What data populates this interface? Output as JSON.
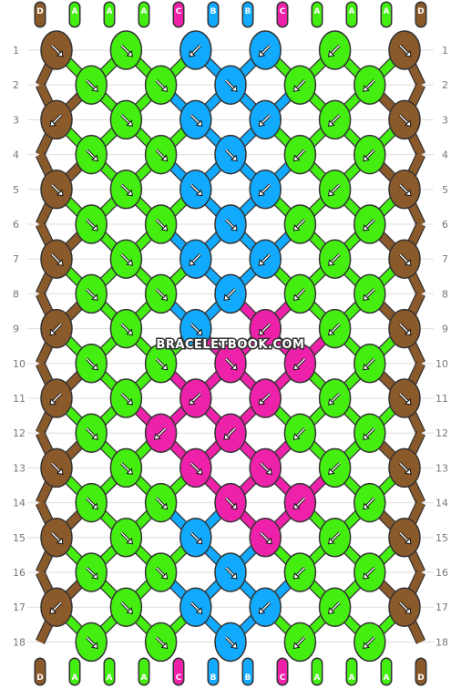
{
  "brand": {
    "watermark": "BRACELETBOOK.COM"
  },
  "colors": {
    "D": "#8B5A2B",
    "A": "#44EE11",
    "B": "#11AAFF",
    "C": "#EE22AA",
    "outline": "#333333",
    "grid": "#dddddd"
  },
  "strands_top": [
    "D",
    "A",
    "A",
    "A",
    "C",
    "B",
    "B",
    "C",
    "A",
    "A",
    "A",
    "D"
  ],
  "strands_bottom": [
    "D",
    "A",
    "A",
    "A",
    "C",
    "B",
    "B",
    "C",
    "A",
    "A",
    "A",
    "D"
  ],
  "rows": [
    "1",
    "2",
    "3",
    "4",
    "5",
    "6",
    "7",
    "8",
    "9",
    "10",
    "11",
    "12",
    "13",
    "14",
    "15",
    "16",
    "17",
    "18"
  ],
  "knots": {
    "odd_rows": {
      "1": [
        [
          "D",
          "se"
        ],
        [
          "A",
          "se"
        ],
        [
          "B",
          "sw"
        ],
        [
          "B",
          "sw"
        ],
        [
          "A",
          "sw"
        ],
        [
          "D",
          "se"
        ]
      ],
      "3": [
        [
          "D",
          "sw"
        ],
        [
          "A",
          "se"
        ],
        [
          "B",
          "se"
        ],
        [
          "B",
          "sw"
        ],
        [
          "A",
          "sw"
        ],
        [
          "D",
          "se"
        ]
      ],
      "5": [
        [
          "D",
          "se"
        ],
        [
          "A",
          "se"
        ],
        [
          "B",
          "se"
        ],
        [
          "B",
          "sw"
        ],
        [
          "A",
          "sw"
        ],
        [
          "D",
          "se"
        ]
      ],
      "7": [
        [
          "D",
          "se"
        ],
        [
          "A",
          "se"
        ],
        [
          "B",
          "sw"
        ],
        [
          "B",
          "sw"
        ],
        [
          "A",
          "sw"
        ],
        [
          "D",
          "se"
        ]
      ],
      "9": [
        [
          "D",
          "sw"
        ],
        [
          "A",
          "se"
        ],
        [
          "B",
          "se"
        ],
        [
          "C",
          "sw"
        ],
        [
          "A",
          "sw"
        ],
        [
          "D",
          "se"
        ]
      ],
      "11": [
        [
          "D",
          "sw"
        ],
        [
          "A",
          "se"
        ],
        [
          "C",
          "sw"
        ],
        [
          "C",
          "sw"
        ],
        [
          "A",
          "sw"
        ],
        [
          "D",
          "se"
        ]
      ],
      "13": [
        [
          "D",
          "se"
        ],
        [
          "A",
          "se"
        ],
        [
          "C",
          "se"
        ],
        [
          "C",
          "se"
        ],
        [
          "A",
          "sw"
        ],
        [
          "D",
          "se"
        ]
      ],
      "15": [
        [
          "D",
          "se"
        ],
        [
          "A",
          "se"
        ],
        [
          "B",
          "se"
        ],
        [
          "C",
          "se"
        ],
        [
          "A",
          "sw"
        ],
        [
          "D",
          "se"
        ]
      ],
      "17": [
        [
          "D",
          "sw"
        ],
        [
          "A",
          "se"
        ],
        [
          "B",
          "se"
        ],
        [
          "B",
          "sw"
        ],
        [
          "A",
          "sw"
        ],
        [
          "D",
          "se"
        ]
      ]
    },
    "even_rows": {
      "2": [
        [
          "A",
          "se"
        ],
        [
          "A",
          "se"
        ],
        [
          "B",
          "se"
        ],
        [
          "A",
          "sw"
        ],
        [
          "A",
          "sw"
        ]
      ],
      "4": [
        [
          "A",
          "se"
        ],
        [
          "A",
          "se"
        ],
        [
          "B",
          "se"
        ],
        [
          "A",
          "sw"
        ],
        [
          "A",
          "sw"
        ]
      ],
      "6": [
        [
          "A",
          "se"
        ],
        [
          "A",
          "se"
        ],
        [
          "B",
          "se"
        ],
        [
          "A",
          "sw"
        ],
        [
          "A",
          "sw"
        ]
      ],
      "8": [
        [
          "A",
          "se"
        ],
        [
          "A",
          "se"
        ],
        [
          "B",
          "sw"
        ],
        [
          "A",
          "sw"
        ],
        [
          "A",
          "sw"
        ]
      ],
      "10": [
        [
          "A",
          "se"
        ],
        [
          "A",
          "se"
        ],
        [
          "C",
          "se"
        ],
        [
          "C",
          "sw"
        ],
        [
          "A",
          "sw"
        ]
      ],
      "12": [
        [
          "A",
          "se"
        ],
        [
          "C",
          "sw"
        ],
        [
          "C",
          "sw"
        ],
        [
          "A",
          "sw"
        ],
        [
          "A",
          "sw"
        ]
      ],
      "14": [
        [
          "A",
          "se"
        ],
        [
          "A",
          "se"
        ],
        [
          "C",
          "se"
        ],
        [
          "C",
          "sw"
        ],
        [
          "A",
          "sw"
        ]
      ],
      "16": [
        [
          "A",
          "se"
        ],
        [
          "A",
          "se"
        ],
        [
          "B",
          "se"
        ],
        [
          "A",
          "sw"
        ],
        [
          "A",
          "sw"
        ]
      ],
      "18": [
        [
          "A",
          "se"
        ],
        [
          "A",
          "se"
        ],
        [
          "B",
          "se"
        ],
        [
          "A",
          "sw"
        ],
        [
          "A",
          "sw"
        ]
      ]
    }
  }
}
